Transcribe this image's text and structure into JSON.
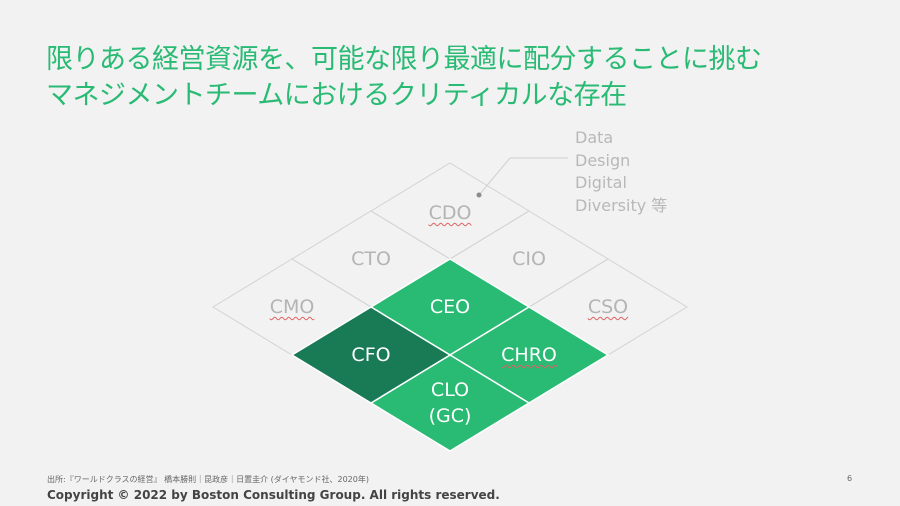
{
  "title": {
    "line1": "限りある経営資源を、可能な限り最適に配分することに挑む",
    "line2": "マネジメントチームにおけるクリティカルな存在"
  },
  "diagram": {
    "cells": [
      {
        "id": "cdo",
        "label": "CDO",
        "highlight": "none"
      },
      {
        "id": "cto",
        "label": "CTO",
        "highlight": "none"
      },
      {
        "id": "cio",
        "label": "CIO",
        "highlight": "none"
      },
      {
        "id": "cmo",
        "label": "CMO",
        "highlight": "none"
      },
      {
        "id": "ceo",
        "label": "CEO",
        "highlight": "green"
      },
      {
        "id": "cso",
        "label": "CSO",
        "highlight": "none"
      },
      {
        "id": "cfo",
        "label": "CFO",
        "highlight": "dark"
      },
      {
        "id": "chro",
        "label": "CHRO",
        "highlight": "green"
      },
      {
        "id": "clo",
        "label": "CLO\n(GC)",
        "highlight": "green"
      }
    ],
    "callout": [
      "Data",
      "Design",
      "Digital",
      "Diversity 等"
    ]
  },
  "colors": {
    "green": "#29ba74",
    "dark_green": "#197a56",
    "outline": "#d3d3d3"
  },
  "footer": {
    "source": "出所:『ワールドクラスの経営』 橋本勝則｜昆政彦｜日置圭介 (ダイヤモンド社、2020年)",
    "page": "6",
    "copyright": "Copyright © 2022 by Boston Consulting Group. All rights reserved."
  }
}
